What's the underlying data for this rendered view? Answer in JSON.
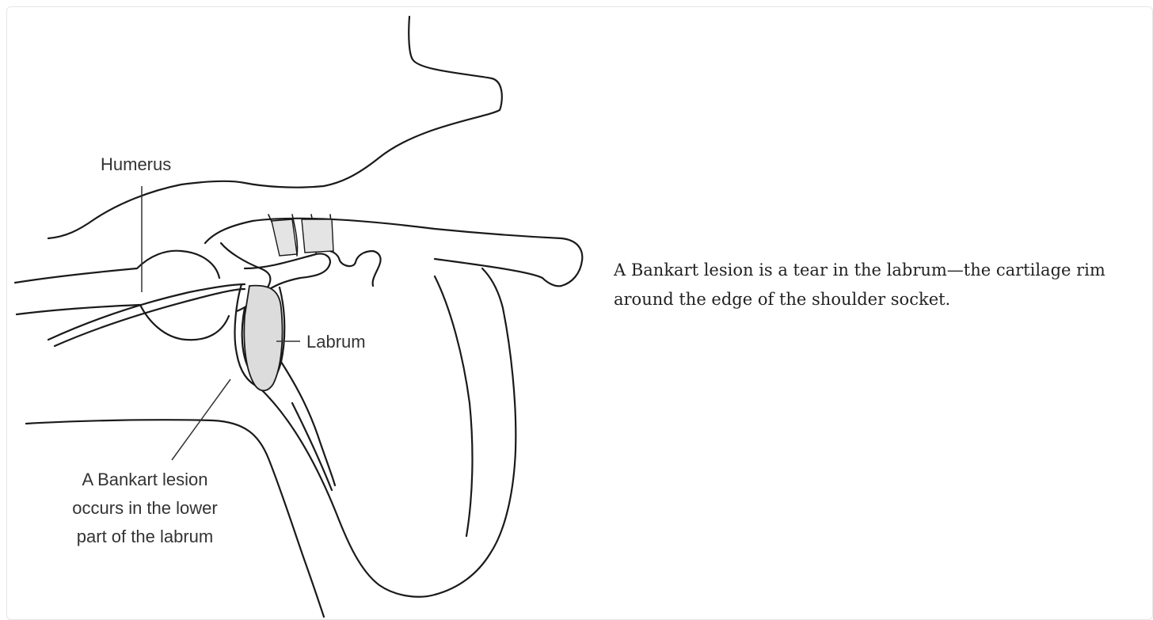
{
  "diagram": {
    "labels": {
      "humerus": "Humerus",
      "labrum": "Labrum",
      "lesion_line1": "A Bankart lesion",
      "lesion_line2": "occurs in the lower",
      "lesion_line3": "part of the labrum"
    }
  },
  "caption": {
    "text": "A Bankart lesion is a tear in the labrum—the cartilage rim around the edge of the shoulder socket."
  }
}
